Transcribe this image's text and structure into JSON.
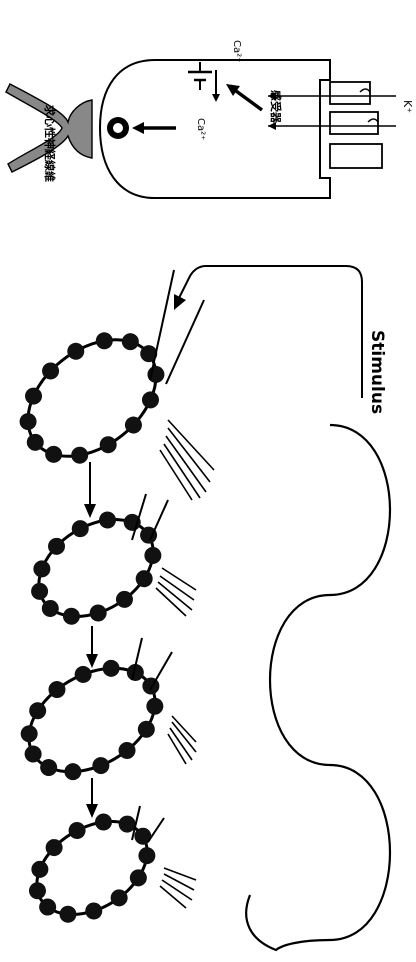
{
  "labels": {
    "stimulus": "Stimulus",
    "k_plus": "K⁺",
    "ca_top": "Ca²⁺",
    "ca_right": "Ca²⁺",
    "receptor_cn": "感受器",
    "fiber_cn": "求心性神経線維"
  },
  "rings": [
    {
      "beads": 14
    },
    {
      "beads": 13
    },
    {
      "beads": 14
    },
    {
      "beads": 13
    }
  ]
}
